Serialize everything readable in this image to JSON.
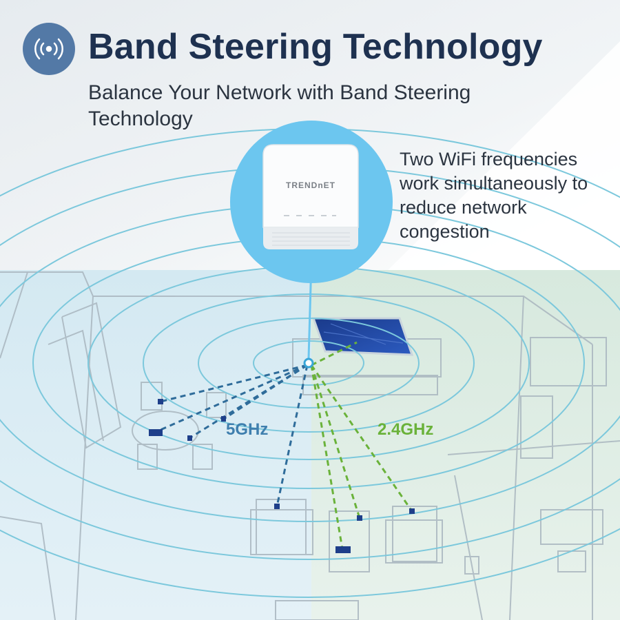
{
  "header": {
    "title": "Band Steering Technology",
    "subtitle": "Balance Your Network with Band Steering Technology",
    "icon": "wifi-signal-icon"
  },
  "callout": {
    "text": "Two WiFi frequencies work simultaneously to reduce network congestion"
  },
  "router": {
    "brand": "TRENDnET"
  },
  "bands": {
    "band_5ghz": {
      "label": "5GHz",
      "color": "#3f7fae"
    },
    "band_24ghz": {
      "label": "2.4GHz",
      "color": "#6ab23a"
    }
  },
  "colors": {
    "title": "#1e3150",
    "badge": "#5379a6",
    "bubble": "#6cc6ef",
    "rings": "#7cc8dc"
  }
}
